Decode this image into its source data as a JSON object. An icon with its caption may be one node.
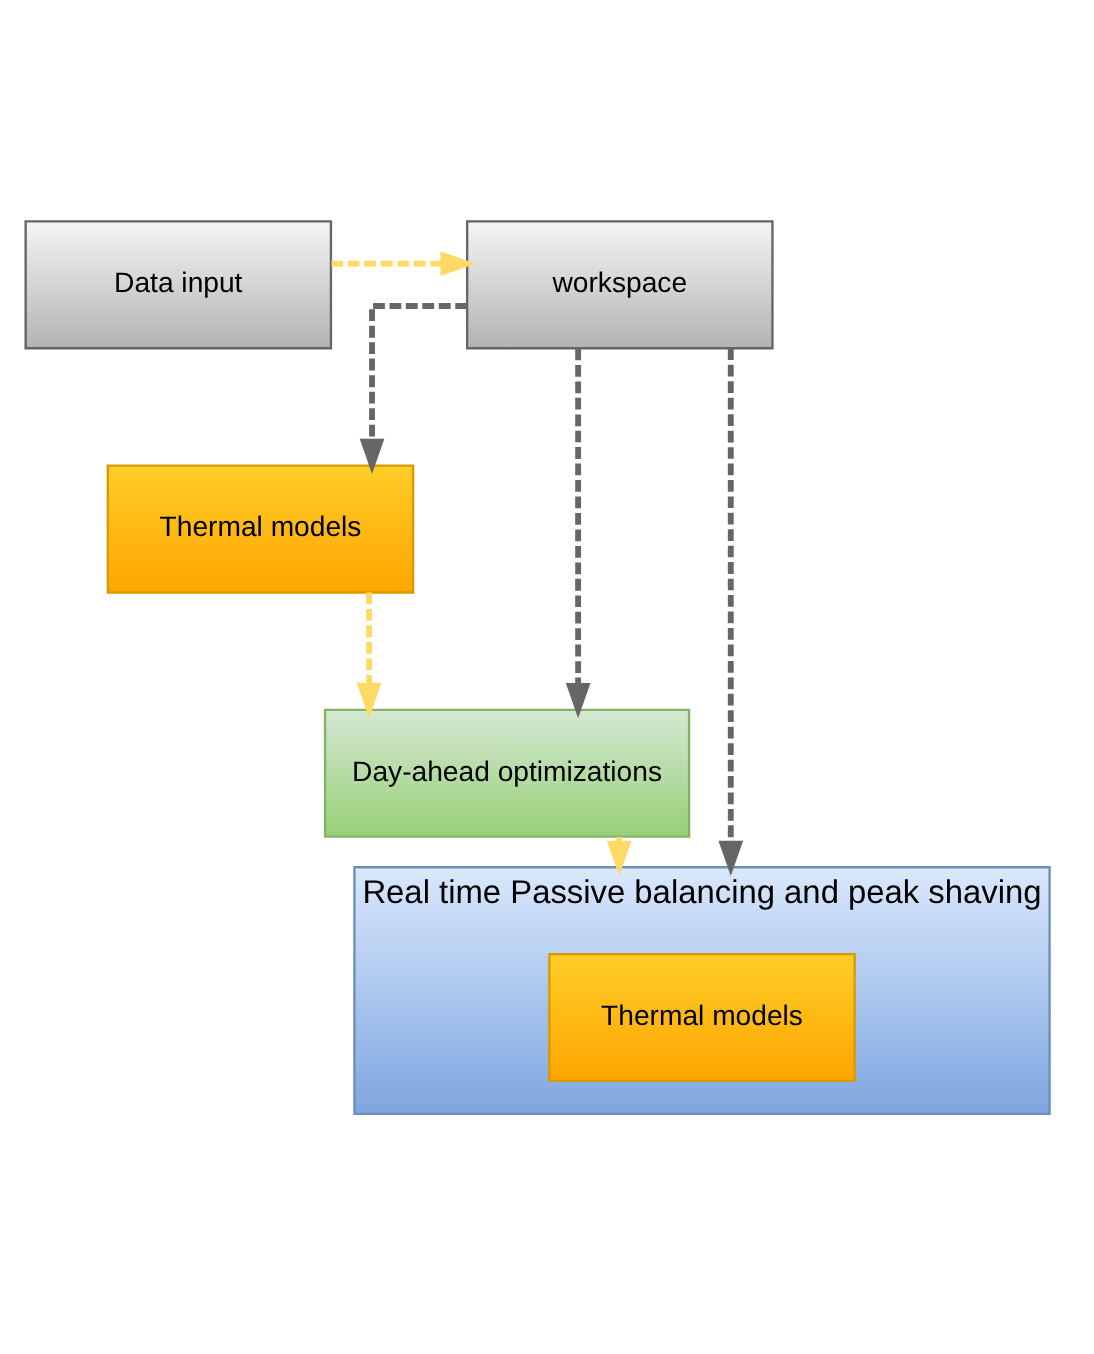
{
  "diagram": {
    "nodes": [
      {
        "text": [
          "workspace"
        ]
      },
      {
        "text": [
          "Data input"
        ]
      },
      {
        "text": [
          "Thermal models"
        ]
      },
      {
        "text": [
          "Day-ahead optimizations"
        ]
      },
      {
        "text": [
          "Real time Passive balancing and peak shaving"
        ]
      },
      {
        "text": [
          "Thermal models"
        ],
        "in": 4
      }
    ],
    "edges": [
      {
        "from": 1,
        "to": 0,
        "arrow": "to",
        "style": "dashed",
        "color": "#ffd966"
      },
      {
        "from": 0,
        "to": 2,
        "arrow": "to",
        "style": "dashed",
        "color": "#666666"
      },
      {
        "from": 0,
        "to": 3,
        "arrow": "to",
        "style": "dashed",
        "color": "#666666"
      },
      {
        "from": 0,
        "to": 4,
        "arrow": "to",
        "style": "dashed",
        "color": "#666666"
      },
      {
        "from": 2,
        "to": 3,
        "arrow": "to",
        "style": "dashed",
        "color": "#ffd966"
      },
      {
        "from": 3,
        "to": 4,
        "arrow": "to",
        "style": "dashed",
        "color": "#ffd966"
      }
    ]
  }
}
